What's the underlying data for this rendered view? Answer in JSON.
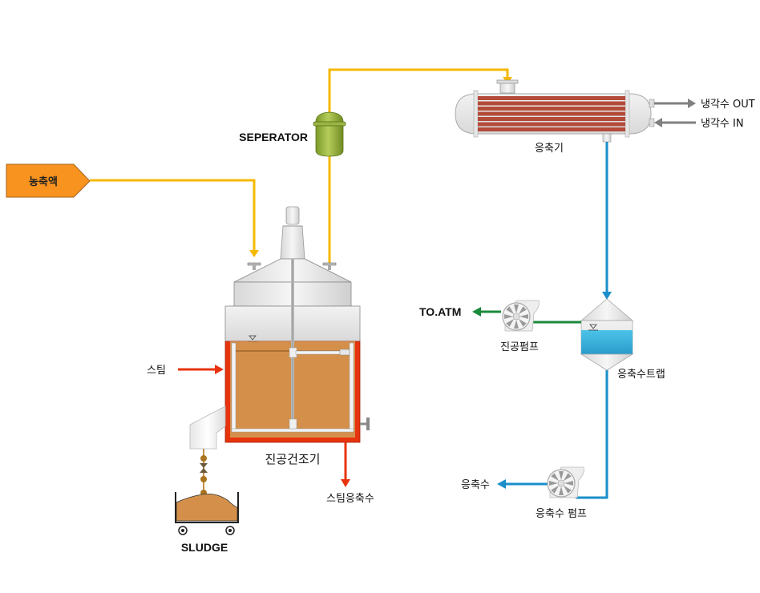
{
  "title": "진공건조기 공정 흐름도",
  "labels": {
    "feed": "농축액",
    "separator": "SEPERATOR",
    "condenser": "응축기",
    "cooling_out": "냉각수 OUT",
    "cooling_in": "냉각수 IN",
    "steam": "스팀",
    "dryer": "진공건조기",
    "steam_condensate": "스팀응축수",
    "sludge": "SLUDGE",
    "to_atm": "TO.ATM",
    "vacuum_pump": "진공펌프",
    "condensate_trap": "응축수트랩",
    "condensate": "응축수",
    "condensate_pump": "응축수 펌프"
  },
  "colors": {
    "feed_line": "#f5b800",
    "feed_box": "#f7931e",
    "steam_line": "#e8330f",
    "vacuum_line": "#1a8a3c",
    "water_line": "#1a8fc9",
    "cooling_line": "#808080",
    "sludge": "#d4904a",
    "separator": "#8fae3a",
    "condenser_tube": "#b34a3a",
    "trap_water": "#3ab4dc"
  },
  "streams": [
    {
      "from": "농축액",
      "to": "진공건조기",
      "line": "feed"
    },
    {
      "from": "진공건조기",
      "to": "SEPERATOR",
      "line": "feed"
    },
    {
      "from": "SEPERATOR",
      "to": "응축기",
      "line": "feed"
    },
    {
      "from": "응축기",
      "to": "응축수트랩",
      "line": "water"
    },
    {
      "from": "응축수트랩",
      "to": "진공펌프",
      "line": "vacuum"
    },
    {
      "from": "진공펌프",
      "to": "TO.ATM",
      "line": "vacuum"
    },
    {
      "from": "응축수트랩",
      "to": "응축수 펌프",
      "line": "water"
    },
    {
      "from": "응축수 펌프",
      "to": "응축수",
      "line": "water"
    },
    {
      "from": "스팀",
      "to": "진공건조기",
      "line": "steam"
    },
    {
      "from": "진공건조기",
      "to": "스팀응축수",
      "line": "steam"
    },
    {
      "from": "진공건조기",
      "to": "SLUDGE",
      "line": "sludge"
    },
    {
      "from": "냉각수 IN",
      "to": "응축기",
      "line": "cooling"
    },
    {
      "from": "응축기",
      "to": "냉각수 OUT",
      "line": "cooling"
    }
  ]
}
